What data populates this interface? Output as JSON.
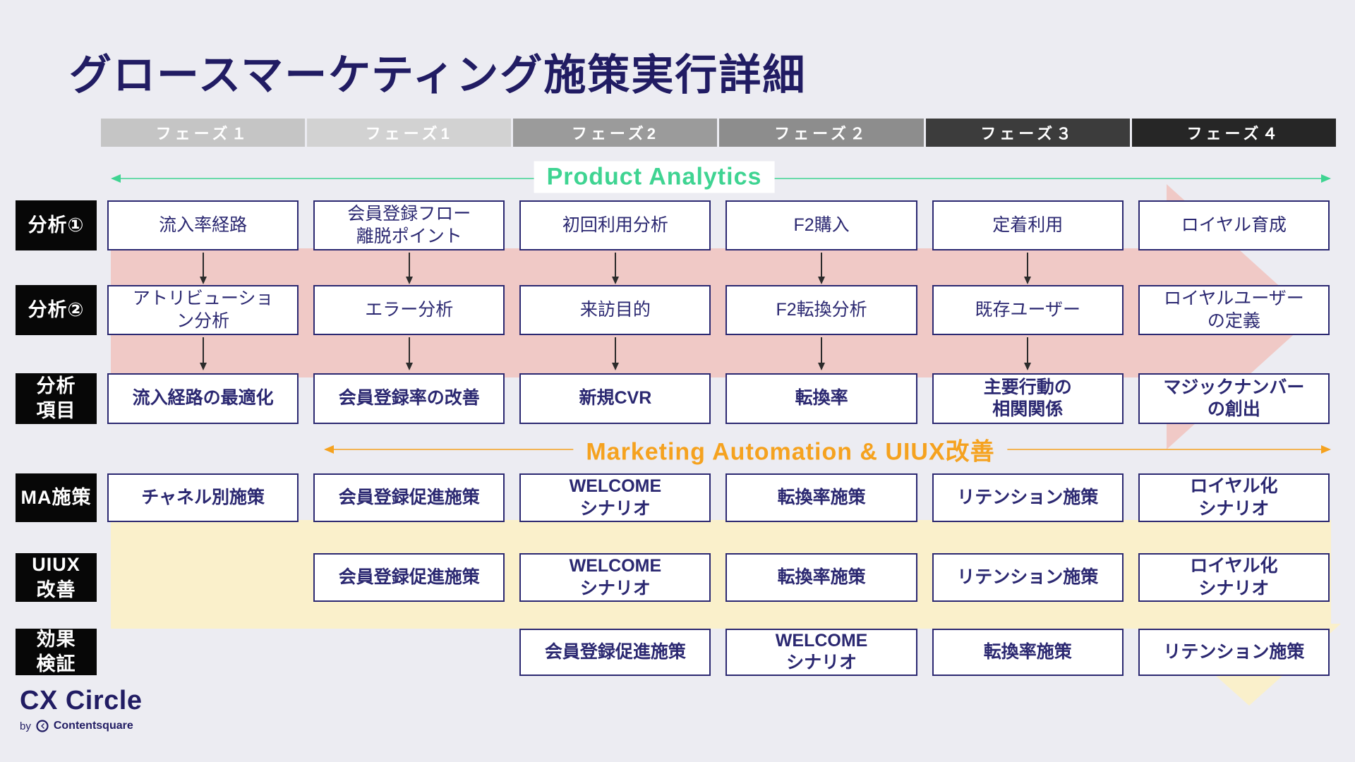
{
  "page": {
    "title": "グロースマーケティング施策実行詳細"
  },
  "colors": {
    "page_bg": "#ECECF2",
    "navy": "#2B2871",
    "navy_dark": "#211C63",
    "pink": "#F0C9C6",
    "yellow": "#FAF0CB",
    "green": "#3FD492",
    "orange": "#F5A21F",
    "label_bg": "#070707",
    "connector": "#2B2B2B"
  },
  "phases": [
    {
      "label": "フェーズ１",
      "color": "#C5C5C5"
    },
    {
      "label": "フェーズ1",
      "color": "#D2D2D2"
    },
    {
      "label": "フェーズ2",
      "color": "#9B9B9B"
    },
    {
      "label": "フェーズ２",
      "color": "#8D8D8D"
    },
    {
      "label": "フェーズ３",
      "color": "#3C3C3C"
    },
    {
      "label": "フェーズ４",
      "color": "#262626"
    }
  ],
  "sections": [
    {
      "label": "Product Analytics",
      "color": "#3FD492"
    },
    {
      "label": "Marketing Automation & UIUX改善",
      "color": "#F5A21F"
    }
  ],
  "rows": [
    {
      "label": "分析①",
      "cells": [
        "流入率経路",
        "会員登録フロー\n離脱ポイント",
        "初回利用分析",
        "F2購入",
        "定着利用",
        "ロイヤル育成"
      ]
    },
    {
      "label": "分析②",
      "cells": [
        "アトリビューショ\nン分析",
        "エラー分析",
        "来訪目的",
        "F2転換分析",
        "既存ユーザー",
        "ロイヤルユーザー\nの定義"
      ]
    },
    {
      "label": "分析\n項目",
      "cells": [
        "流入経路の最適化",
        "会員登録率の改善",
        "新規CVR",
        "転換率",
        "主要行動の\n相関関係",
        "マジックナンバー\nの創出"
      ]
    },
    {
      "label": "MA施策",
      "cells": [
        "チャネル別施策",
        "会員登録促進施策",
        "WELCOME\nシナリオ",
        "転換率施策",
        "リテンション施策",
        "ロイヤル化\nシナリオ"
      ]
    },
    {
      "label": "UIUX\n改善",
      "cells": [
        null,
        "会員登録促進施策",
        "WELCOME\nシナリオ",
        "転換率施策",
        "リテンション施策",
        "ロイヤル化\nシナリオ"
      ]
    },
    {
      "label": "効果\n検証",
      "cells": [
        null,
        null,
        "会員登録促進施策",
        "WELCOME\nシナリオ",
        "転換率施策",
        "リテンション施策"
      ]
    }
  ],
  "logo": {
    "name": "CX Circle",
    "byline": "by",
    "company": "Contentsquare"
  }
}
